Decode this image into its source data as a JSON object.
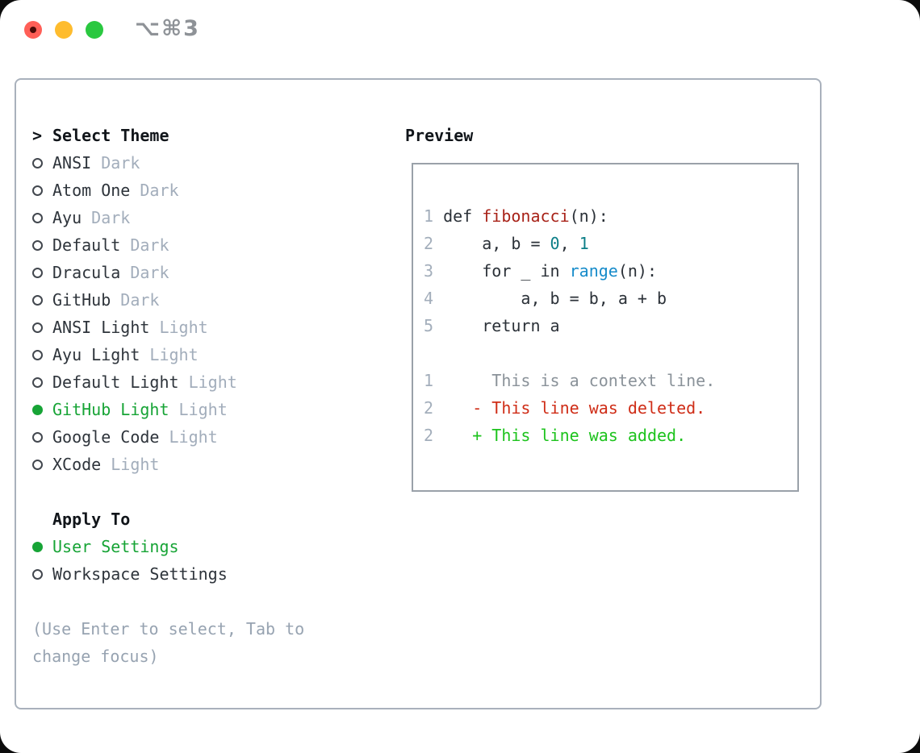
{
  "window": {
    "title": "⌥⌘3"
  },
  "theme_panel": {
    "prompt": ">",
    "title": "Select Theme",
    "themes": [
      {
        "name": "ANSI",
        "variant": "Dark",
        "selected": false
      },
      {
        "name": "Atom One",
        "variant": "Dark",
        "selected": false
      },
      {
        "name": "Ayu",
        "variant": "Dark",
        "selected": false
      },
      {
        "name": "Default",
        "variant": "Dark",
        "selected": false
      },
      {
        "name": "Dracula",
        "variant": "Dark",
        "selected": false
      },
      {
        "name": "GitHub",
        "variant": "Dark",
        "selected": false
      },
      {
        "name": "ANSI Light",
        "variant": "Light",
        "selected": false
      },
      {
        "name": "Ayu Light",
        "variant": "Light",
        "selected": false
      },
      {
        "name": "Default Light",
        "variant": "Light",
        "selected": false
      },
      {
        "name": "GitHub Light",
        "variant": "Light",
        "selected": true
      },
      {
        "name": "Google Code",
        "variant": "Light",
        "selected": false
      },
      {
        "name": "XCode",
        "variant": "Light",
        "selected": false
      }
    ],
    "apply_to": {
      "title": "Apply To",
      "options": [
        {
          "name": "User Settings",
          "selected": true
        },
        {
          "name": "Workspace Settings",
          "selected": false
        }
      ]
    },
    "hint_lines": [
      "(Use Enter to select, Tab to",
      "change focus)"
    ]
  },
  "preview": {
    "title": "Preview",
    "code_lines": [
      [
        {
          "c": "ln",
          "t": "1"
        },
        {
          "c": "code",
          "t": " def "
        },
        {
          "c": "fn-red",
          "t": "fibonacci"
        },
        {
          "c": "code",
          "t": "(n):"
        }
      ],
      [
        {
          "c": "ln",
          "t": "2"
        },
        {
          "c": "code",
          "t": "     a, b = "
        },
        {
          "c": "num-teal",
          "t": "0"
        },
        {
          "c": "code",
          "t": ", "
        },
        {
          "c": "num-teal",
          "t": "1"
        }
      ],
      [
        {
          "c": "ln",
          "t": "3"
        },
        {
          "c": "code",
          "t": "     for _ in "
        },
        {
          "c": "builtin-blue",
          "t": "range"
        },
        {
          "c": "code",
          "t": "(n):"
        }
      ],
      [
        {
          "c": "ln",
          "t": "4"
        },
        {
          "c": "code",
          "t": "         a, b = b, a + b"
        }
      ],
      [
        {
          "c": "ln",
          "t": "5"
        },
        {
          "c": "code",
          "t": "     return a"
        }
      ]
    ],
    "diff_lines": [
      {
        "kind": "context",
        "segments": [
          {
            "c": "ln",
            "t": "1"
          },
          {
            "c": "ctx",
            "t": "      This is a context line."
          }
        ]
      },
      {
        "kind": "deleted",
        "segments": [
          {
            "c": "ln",
            "t": "2"
          },
          {
            "c": "del",
            "t": "    - This line was deleted."
          }
        ]
      },
      {
        "kind": "added",
        "segments": [
          {
            "c": "ln",
            "t": "2"
          },
          {
            "c": "add",
            "t": "    + This line was added."
          }
        ]
      }
    ]
  },
  "colors": {
    "selected_green": "#17a436",
    "added_green": "#1dc31d",
    "deleted_red": "#cf2d17",
    "function_red": "#a82218",
    "number_teal": "#0c7e87",
    "builtin_blue": "#168bca",
    "context_gray": "#8a9299",
    "line_number_gray": "#a3aebb",
    "variant_gray": "#a2adbb",
    "hint_gray": "#97a3b1",
    "traffic_red": "#ff5f57",
    "traffic_yellow": "#febc2e",
    "traffic_green": "#2ac840"
  }
}
